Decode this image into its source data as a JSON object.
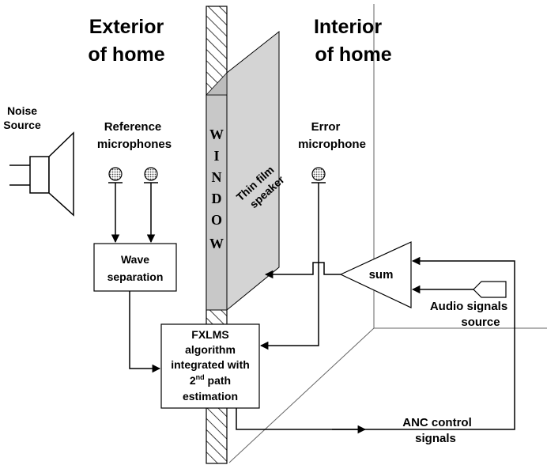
{
  "headings": {
    "exterior_line1": "Exterior",
    "exterior_line2": "of home",
    "interior_line1": "Interior",
    "interior_line2": "of home"
  },
  "labels": {
    "noise_source_line1": "Noise",
    "noise_source_line2": "Source",
    "reference_line1": "Reference",
    "reference_line2": "microphones",
    "error_line1": "Error",
    "error_line2": "microphone",
    "window_letters": [
      "W",
      "I",
      "N",
      "D",
      "O",
      "W"
    ],
    "speaker_line1": "Thin film",
    "speaker_line2": "speaker",
    "wave_line1": "Wave",
    "wave_line2": "separation",
    "fxlms_line1": "FXLMS",
    "fxlms_line2": "algorithm",
    "fxlms_line3": "integrated with",
    "fxlms_line4_main": "2",
    "fxlms_line4_sup": "nd",
    "fxlms_line4_rest": " path",
    "fxlms_line5": "estimation",
    "sum": "sum",
    "audio_line1": "Audio signals",
    "audio_line2": "source",
    "anc_line1": "ANC control",
    "anc_line2": "signals"
  }
}
